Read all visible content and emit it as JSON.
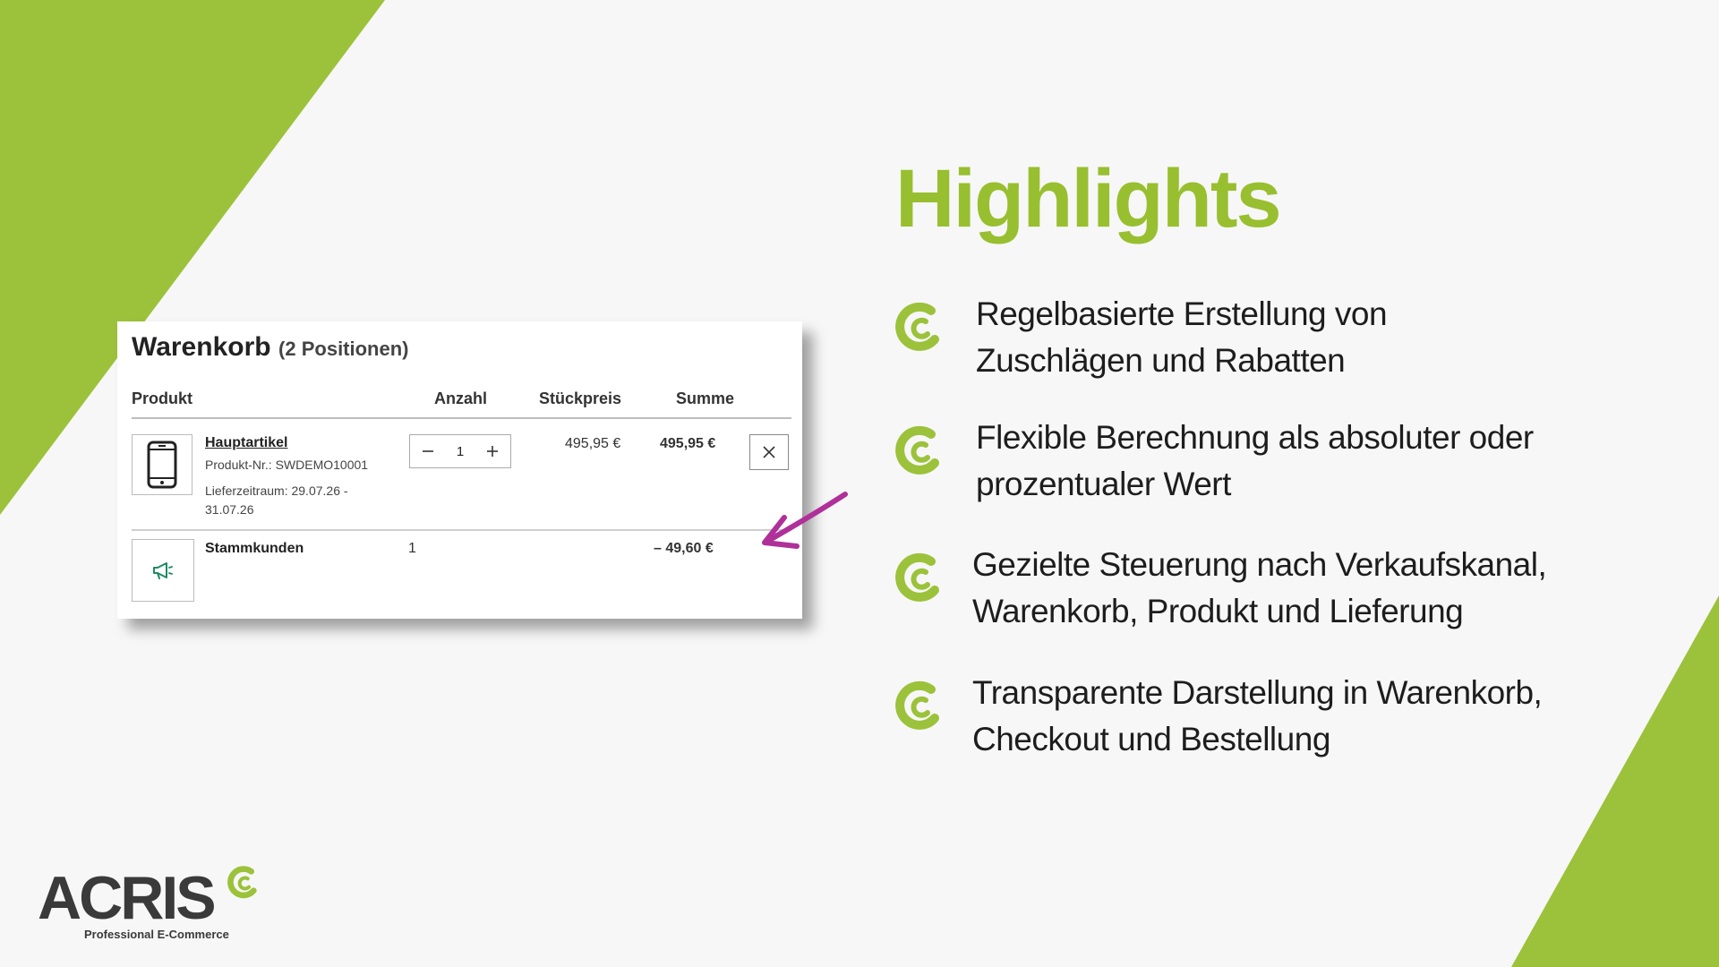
{
  "colors": {
    "accent_green": "#9bc23a",
    "heading_green": "#98bf2f",
    "arrow_magenta": "#b0309a",
    "discount_icon": "#1e8a63"
  },
  "cart": {
    "title": "Warenkorb",
    "count": "(2 Positionen)",
    "columns": {
      "product": "Produkt",
      "quantity": "Anzahl",
      "unit_price": "Stückpreis",
      "total": "Summe"
    },
    "items": [
      {
        "icon": "smartphone-icon",
        "name": "Hauptartikel",
        "sku": "Produkt-Nr.: SWDEMO10001",
        "delivery_line1": "Lieferzeitraum: 29.07.26 -",
        "delivery_line2": "31.07.26",
        "quantity": "1",
        "unit_price": "495,95 €",
        "total": "495,95 €"
      },
      {
        "icon": "megaphone-icon",
        "name": "Stammkunden",
        "quantity": "1",
        "total": "– 49,60 €"
      }
    ]
  },
  "highlights": {
    "title": "Highlights",
    "items": [
      {
        "line1": "Regelbasierte Erstellung von",
        "line2": "Zuschlägen und Rabatten"
      },
      {
        "line1": "Flexible Berechnung als absoluter oder",
        "line2": "prozentualer Wert"
      },
      {
        "line1": "Gezielte Steuerung nach Verkaufskanal,",
        "line2": "Warenkorb, Produkt und Lieferung"
      },
      {
        "line1": "Transparente Darstellung in Warenkorb,",
        "line2": "Checkout und Bestellung"
      }
    ]
  },
  "logo": {
    "wordmark": "ACRIS",
    "tagline": "Professional E-Commerce"
  }
}
